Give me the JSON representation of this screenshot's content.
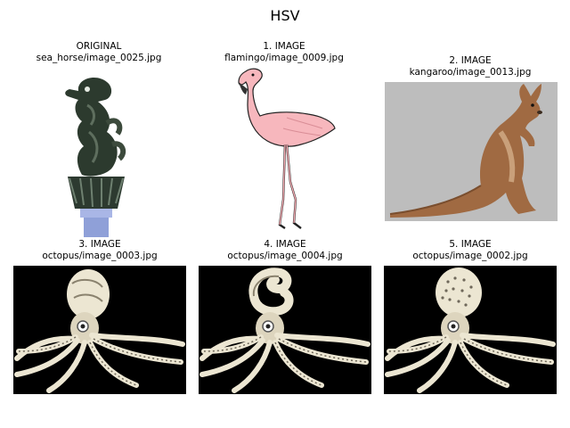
{
  "figure": {
    "title": "HSV"
  },
  "panels": [
    {
      "label": "ORIGINAL",
      "filename": "sea_horse/image_0025.jpg",
      "subject": "sea-horse"
    },
    {
      "label": "1. IMAGE",
      "filename": "flamingo/image_0009.jpg",
      "subject": "flamingo"
    },
    {
      "label": "2. IMAGE",
      "filename": "kangaroo/image_0013.jpg",
      "subject": "kangaroo"
    },
    {
      "label": "3. IMAGE",
      "filename": "octopus/image_0003.jpg",
      "subject": "octopus"
    },
    {
      "label": "4. IMAGE",
      "filename": "octopus/image_0004.jpg",
      "subject": "octopus"
    },
    {
      "label": "5. IMAGE",
      "filename": "octopus/image_0002.jpg",
      "subject": "octopus"
    }
  ],
  "colors": {
    "background": "#ffffff",
    "octopus_bg": "#000000",
    "octopus_fill": "#ece6d2",
    "kangaroo_bg": "#bdbdbd",
    "kangaroo_body": "#a06a42",
    "flamingo_body": "#f7b7bd",
    "seahorse_body": "#2c3a2e"
  }
}
